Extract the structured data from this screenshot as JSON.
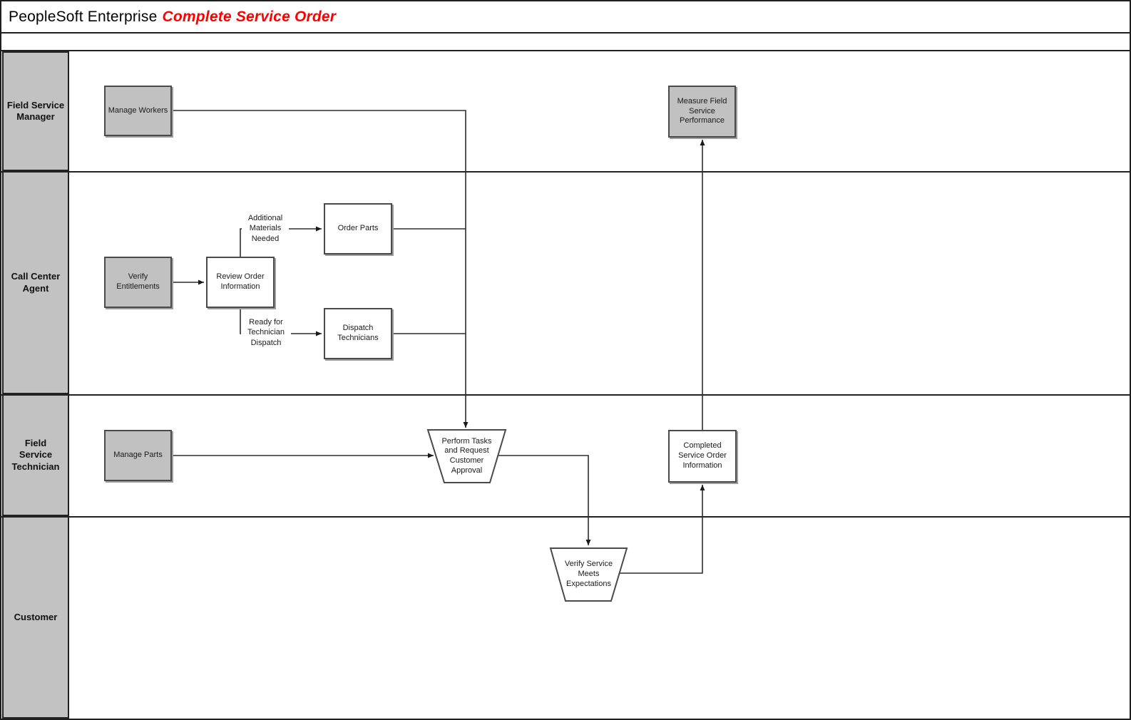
{
  "title": {
    "prefix": "PeopleSoft Enterprise",
    "highlight": "Complete Service Order"
  },
  "lanes": [
    {
      "label": "Field Service Manager"
    },
    {
      "label": "Call Center Agent"
    },
    {
      "label": "Field Service Technician"
    },
    {
      "label": "Customer"
    }
  ],
  "nodes": {
    "manage_workers": {
      "label": "Manage Workers"
    },
    "measure_field_service_performance": {
      "label": "Measure Field Service Performance"
    },
    "verify_entitlements": {
      "label": "Verify Entitlements"
    },
    "review_order_information": {
      "label": "Review Order Information"
    },
    "order_parts": {
      "label": "Order Parts"
    },
    "dispatch_technicians": {
      "label": "Dispatch Technicians"
    },
    "manage_parts": {
      "label": "Manage Parts"
    },
    "perform_tasks": {
      "label": "Perform Tasks and Request Customer Approval"
    },
    "completed_service_order_information": {
      "label": "Completed Service Order Information"
    },
    "verify_service": {
      "label": "Verify Service Meets Expectations"
    }
  },
  "edge_labels": {
    "additional_materials": "Additional Materials Needed",
    "ready_for_dispatch": "Ready for Technician Dispatch"
  },
  "colors": {
    "title_accent": "#ff0000",
    "node_gray": "#c1c1c1",
    "lane_gray": "#c2c2c2",
    "line": "#2d2d2d"
  }
}
